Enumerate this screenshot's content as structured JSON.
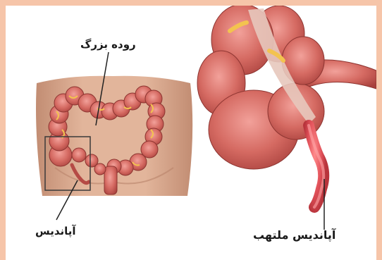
{
  "labels": {
    "large_intestine": "روده بزرگ",
    "appendix": "آپاندیس",
    "inflamed_appendix": "آپاندیس ملتهب"
  },
  "colors": {
    "frame": "#f6c5a9",
    "background": "#ffffff",
    "skin": "#d8a98e",
    "colon": "#d0635c",
    "inflamed": "#e0545c"
  }
}
